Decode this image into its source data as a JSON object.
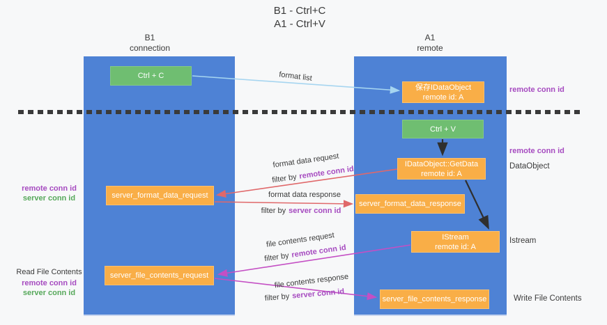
{
  "title": {
    "line1": "B1 - Ctrl+C",
    "line2": "A1 - Ctrl+V"
  },
  "lifelines": {
    "left": {
      "name": "B1",
      "role": "connection"
    },
    "right": {
      "name": "A1",
      "role": "remote"
    }
  },
  "boxes": {
    "ctrl_c": {
      "label": "Ctrl + C"
    },
    "ctrl_v": {
      "label": "Ctrl + V"
    },
    "save_dataobject": {
      "line1": "保存IDataObject",
      "line2": "remote id: A"
    },
    "getdata": {
      "line1": "IDataObject::GetData",
      "line2": "remote id: A"
    },
    "istream": {
      "line1": "IStream",
      "line2": "remote id: A"
    },
    "server_format_data_request": {
      "label": "server_format_data_request"
    },
    "server_format_data_response": {
      "label": "server_format_data_response"
    },
    "server_file_contents_request": {
      "label": "server_file_contents_request"
    },
    "server_file_contents_response": {
      "label": "server_file_contents_response"
    }
  },
  "arrow_labels": {
    "format_list": "format list",
    "format_data_request": "format data request",
    "format_data_response": "format data response",
    "file_contents_request": "file contents request",
    "file_contents_response": "file contents response",
    "filter_by": "filter by",
    "remote_conn_id": "remote conn id",
    "server_conn_id": "server conn id"
  },
  "side_labels": {
    "remote_conn_id": "remote conn id",
    "server_conn_id": "server conn id",
    "dataobject": "DataObject",
    "istream": "Istream",
    "read_file_contents": "Read File Contents",
    "write_file_contents": "Write File Contents"
  },
  "colors": {
    "lifeline_blue": "#4e82d5",
    "box_green": "#6fbe71",
    "box_orange": "#f9ae47",
    "arrow_light_blue": "#a6d5f0",
    "arrow_red": "#e0686a",
    "arrow_magenta": "#c44fc4",
    "arrow_black": "#2f2f2f",
    "label_purple": "#a64bc0",
    "label_green": "#56a85a",
    "background": "#f7f8f9"
  }
}
